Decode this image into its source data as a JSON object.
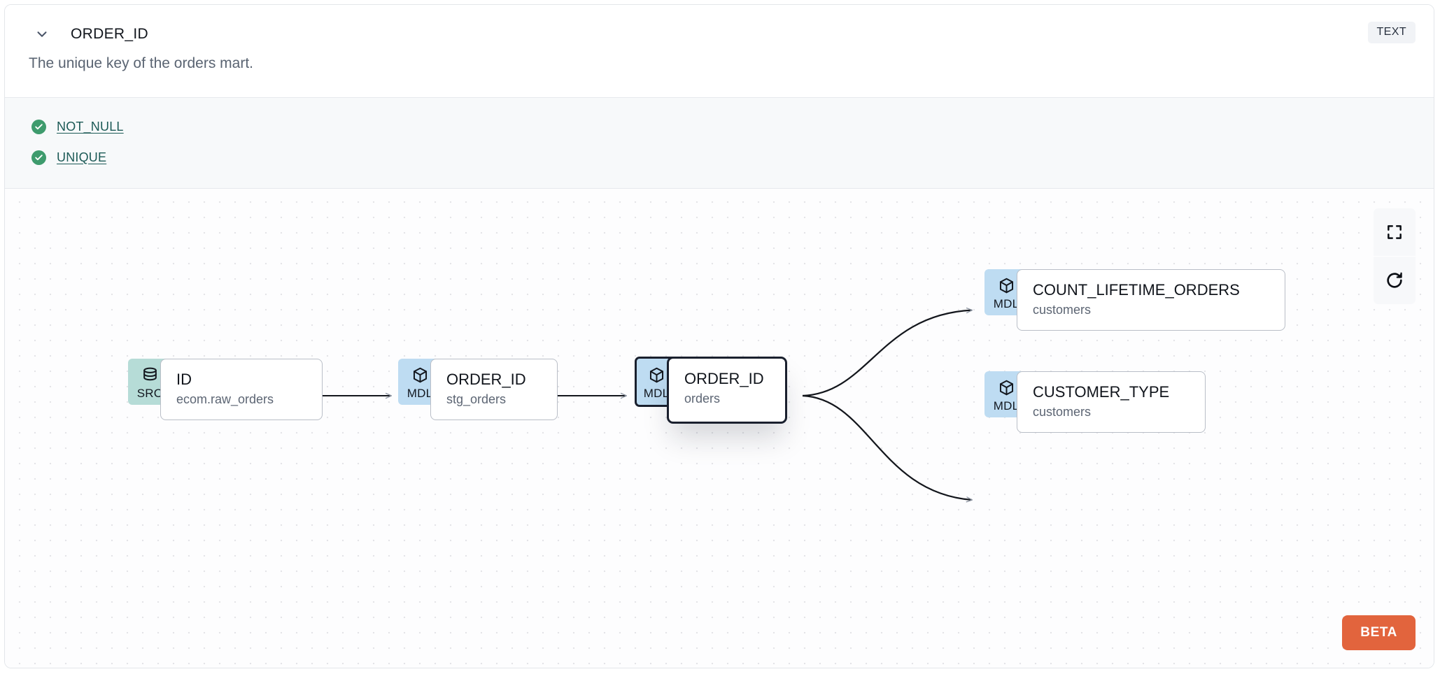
{
  "header": {
    "chevron_icon": "chevron-down-icon",
    "column_name": "ORDER_ID",
    "type_badge": "TEXT",
    "description": "The unique key of the orders mart."
  },
  "tests": {
    "items": [
      {
        "icon": "check-circle-icon",
        "label": "NOT_NULL"
      },
      {
        "icon": "check-circle-icon",
        "label": "UNIQUE"
      }
    ]
  },
  "graph": {
    "nodes": [
      {
        "id": "src-id",
        "badge": "SRC",
        "badge_icon": "database-icon",
        "name": "ID",
        "resource": "ecom.raw_orders",
        "selected": false
      },
      {
        "id": "mdl-stg-orders",
        "badge": "MDL",
        "badge_icon": "cube-icon",
        "name": "ORDER_ID",
        "resource": "stg_orders",
        "selected": false
      },
      {
        "id": "mdl-orders",
        "badge": "MDL",
        "badge_icon": "cube-icon",
        "name": "ORDER_ID",
        "resource": "orders",
        "selected": true
      },
      {
        "id": "mdl-count-lifetime-orders",
        "badge": "MDL",
        "badge_icon": "cube-icon",
        "name": "COUNT_LIFETIME_ORDERS",
        "resource": "customers",
        "selected": false
      },
      {
        "id": "mdl-customer-type",
        "badge": "MDL",
        "badge_icon": "cube-icon",
        "name": "CUSTOMER_TYPE",
        "resource": "customers",
        "selected": false
      }
    ],
    "edges": [
      {
        "from": "src-id",
        "to": "mdl-stg-orders"
      },
      {
        "from": "mdl-stg-orders",
        "to": "mdl-orders"
      },
      {
        "from": "mdl-orders",
        "to": "mdl-count-lifetime-orders"
      },
      {
        "from": "mdl-orders",
        "to": "mdl-customer-type"
      }
    ],
    "controls": [
      {
        "icon": "fit-view-icon",
        "name": "fit-view-button"
      },
      {
        "icon": "refresh-icon",
        "name": "refresh-button"
      }
    ],
    "beta_label": "BETA"
  },
  "colors": {
    "src_badge": "#B6DCD7",
    "mdl_badge": "#BEDCF2",
    "test_pass": "#3E9B6D",
    "link": "#1C5A56",
    "beta": "#E2643D",
    "selected_border": "#1A202E"
  }
}
